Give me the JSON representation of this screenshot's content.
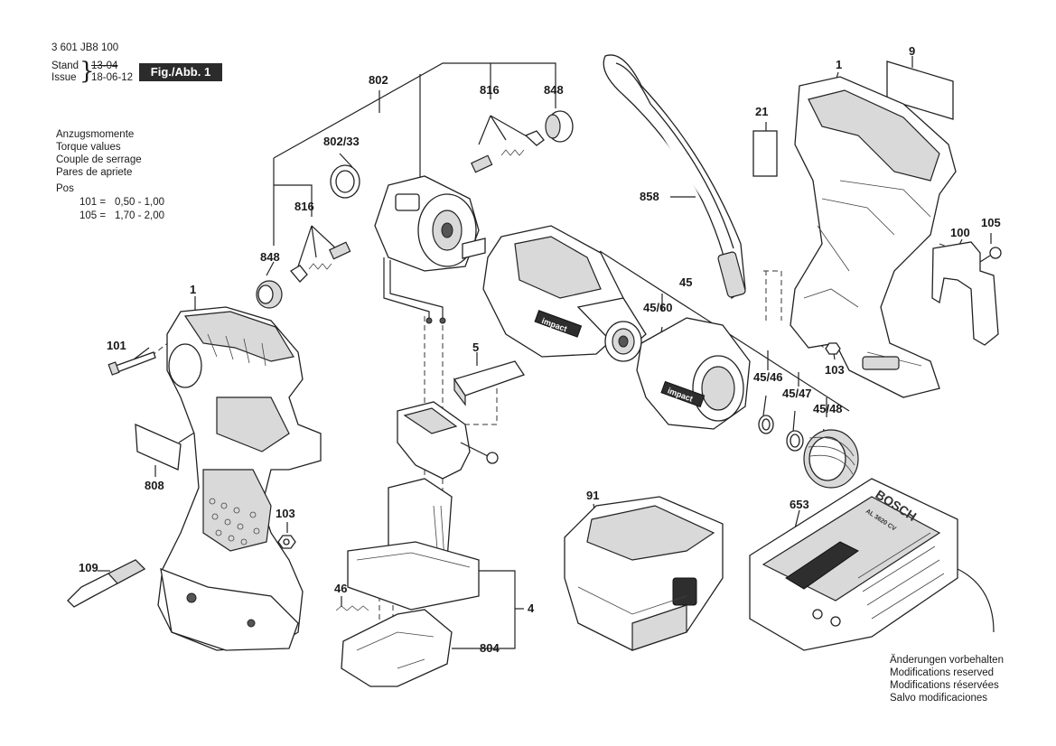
{
  "header": {
    "part_number": "3 601 JB8 100",
    "stand_label": "Stand",
    "stand_date": "13-04",
    "issue_label": "Issue",
    "issue_date": "18-06-12",
    "figure_label": "Fig./Abb. 1"
  },
  "torque": {
    "lines": [
      "Anzugsmomente",
      "Torque values",
      "Couple de serrage",
      "Pares de apriete"
    ],
    "pos_label": "Pos",
    "rows": [
      {
        "pos": "101 =",
        "range": "0,50 - 1,00"
      },
      {
        "pos": "105 =",
        "range": "1,70 - 2,00"
      }
    ]
  },
  "footer": {
    "lines": [
      "Änderungen vorbehalten",
      "Modifications reserved",
      "Modifications réservées",
      "Salvo modificaciones"
    ]
  },
  "callouts": {
    "c802": "802",
    "c816a": "816",
    "c848a": "848",
    "c802_33": "802/33",
    "c816b": "816",
    "c848b": "848",
    "c858": "858",
    "c9": "9",
    "c1a": "1",
    "c21": "21",
    "c100": "100",
    "c105": "105",
    "c45": "45",
    "c45_60": "45/60",
    "c45_46": "45/46",
    "c45_47": "45/47",
    "c45_48": "45/48",
    "c103a": "103",
    "c1b": "1",
    "c101": "101",
    "c5": "5",
    "c808": "808",
    "c103b": "103",
    "c109": "109",
    "c46": "46",
    "c4": "4",
    "c804": "804",
    "c91": "91",
    "c653": "653"
  },
  "product_text": {
    "impact_a": "impact",
    "impact_b": "impact",
    "brand": "BOSCH",
    "charger_model": "AL 3620 CV"
  },
  "colors": {
    "ink": "#1a1a1a",
    "badge": "#2b2b2b",
    "part_fill": "#d9d9d9"
  }
}
